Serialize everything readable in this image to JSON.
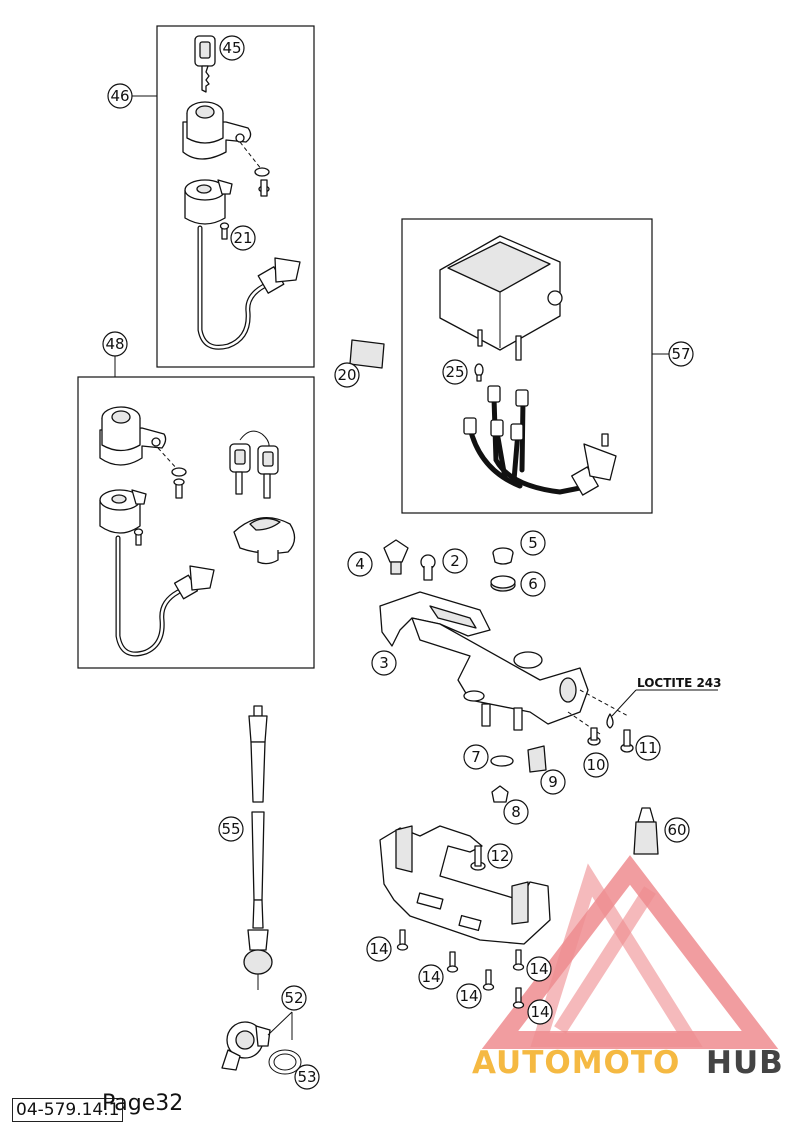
{
  "document": {
    "code": "04-579.14.1",
    "page": "Page32",
    "note": "LOCTITE 243"
  },
  "watermark": {
    "text_left": "AUTOMOTO",
    "text_right": "HUB",
    "colors": {
      "primary": "#e8595d",
      "secondary": "#f5b942",
      "dark": "#333333"
    }
  },
  "callouts": {
    "c45": "45",
    "c46": "46",
    "c21": "21",
    "c48": "48",
    "c20": "20",
    "c57": "57",
    "c25": "25",
    "c4": "4",
    "c2": "2",
    "c5": "5",
    "c6": "6",
    "c3": "3",
    "c7": "7",
    "c9": "9",
    "c8": "8",
    "c10": "10",
    "c11": "11",
    "c55": "55",
    "c12": "12",
    "c60": "60",
    "c14a": "14",
    "c14b": "14",
    "c14c": "14",
    "c14d": "14",
    "c14e": "14",
    "c52": "52",
    "c53": "53"
  }
}
